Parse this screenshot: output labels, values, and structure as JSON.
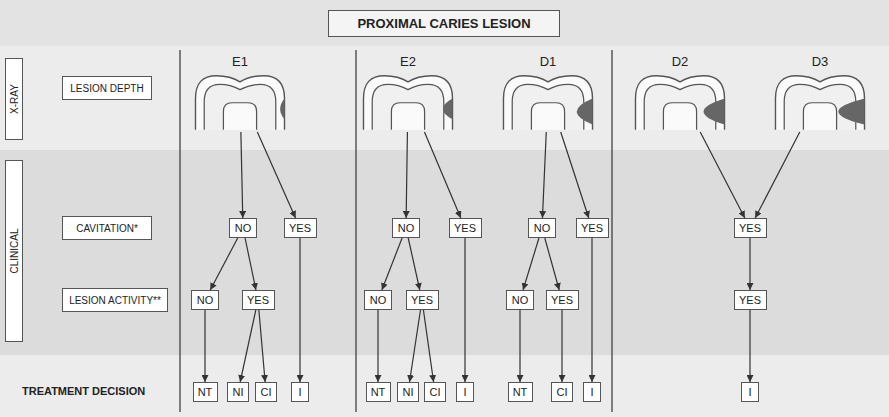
{
  "diagram": {
    "nodes": [
      {
        "text": [
          "PROXIMAL CARIES LESION"
        ]
      },
      {
        "text": [
          "X-RAY"
        ]
      },
      {
        "text": [
          "CLINICAL"
        ]
      },
      {
        "text": [
          "LESION DEPTH"
        ]
      },
      {
        "text": [
          "CAVITATION*"
        ]
      },
      {
        "text": [
          "LESION ACTIVITY**"
        ]
      },
      {
        "text": [
          "E1"
        ]
      },
      {
        "text": [
          "E2"
        ]
      },
      {
        "text": [
          "D1"
        ]
      },
      {
        "text": [
          "D2"
        ]
      },
      {
        "text": [
          "D3"
        ]
      },
      {
        "text": [
          "NO"
        ]
      },
      {
        "text": [
          "YES"
        ]
      },
      {
        "text": [
          "NO"
        ]
      },
      {
        "text": [
          "YES"
        ]
      },
      {
        "text": [
          "NT"
        ]
      },
      {
        "text": [
          "NI"
        ]
      },
      {
        "text": [
          "CI"
        ]
      },
      {
        "text": [
          "I"
        ]
      },
      {
        "text": [
          "NO"
        ]
      },
      {
        "text": [
          "YES"
        ]
      },
      {
        "text": [
          "NO"
        ]
      },
      {
        "text": [
          "YES"
        ]
      },
      {
        "text": [
          "NT"
        ]
      },
      {
        "text": [
          "NI"
        ]
      },
      {
        "text": [
          "CI"
        ]
      },
      {
        "text": [
          "I"
        ]
      },
      {
        "text": [
          "NO"
        ]
      },
      {
        "text": [
          "YES"
        ]
      },
      {
        "text": [
          "NO"
        ]
      },
      {
        "text": [
          "YES"
        ]
      },
      {
        "text": [
          "NT"
        ]
      },
      {
        "text": [
          "CI"
        ]
      },
      {
        "text": [
          "I"
        ]
      },
      {
        "text": [
          "YES"
        ]
      },
      {
        "text": [
          "YES"
        ]
      },
      {
        "text": [
          "I"
        ]
      }
    ],
    "edges": [
      {
        "from": 6,
        "to": 11,
        "arrow": "to"
      },
      {
        "from": 6,
        "to": 12,
        "arrow": "to"
      },
      {
        "from": 11,
        "to": 13,
        "arrow": "to"
      },
      {
        "from": 11,
        "to": 14,
        "arrow": "to"
      },
      {
        "from": 13,
        "to": 15,
        "arrow": "to"
      },
      {
        "from": 14,
        "to": 16,
        "arrow": "to"
      },
      {
        "from": 14,
        "to": 17,
        "arrow": "to"
      },
      {
        "from": 12,
        "to": 18,
        "arrow": "to"
      },
      {
        "from": 7,
        "to": 19,
        "arrow": "to"
      },
      {
        "from": 7,
        "to": 20,
        "arrow": "to"
      },
      {
        "from": 19,
        "to": 21,
        "arrow": "to"
      },
      {
        "from": 19,
        "to": 22,
        "arrow": "to"
      },
      {
        "from": 21,
        "to": 23,
        "arrow": "to"
      },
      {
        "from": 22,
        "to": 24,
        "arrow": "to"
      },
      {
        "from": 22,
        "to": 25,
        "arrow": "to"
      },
      {
        "from": 20,
        "to": 26,
        "arrow": "to"
      },
      {
        "from": 8,
        "to": 27,
        "arrow": "to"
      },
      {
        "from": 8,
        "to": 28,
        "arrow": "to"
      },
      {
        "from": 27,
        "to": 29,
        "arrow": "to"
      },
      {
        "from": 27,
        "to": 30,
        "arrow": "to"
      },
      {
        "from": 29,
        "to": 31,
        "arrow": "to"
      },
      {
        "from": 30,
        "to": 32,
        "arrow": "to"
      },
      {
        "from": 28,
        "to": 33,
        "arrow": "to"
      },
      {
        "from": 9,
        "to": 34,
        "arrow": "to"
      },
      {
        "from": 10,
        "to": 34,
        "arrow": "to"
      },
      {
        "from": 34,
        "to": 35,
        "arrow": "to"
      },
      {
        "from": 35,
        "to": 36,
        "arrow": "to"
      }
    ],
    "labels": [
      "TREATMENT DECISION"
    ]
  }
}
